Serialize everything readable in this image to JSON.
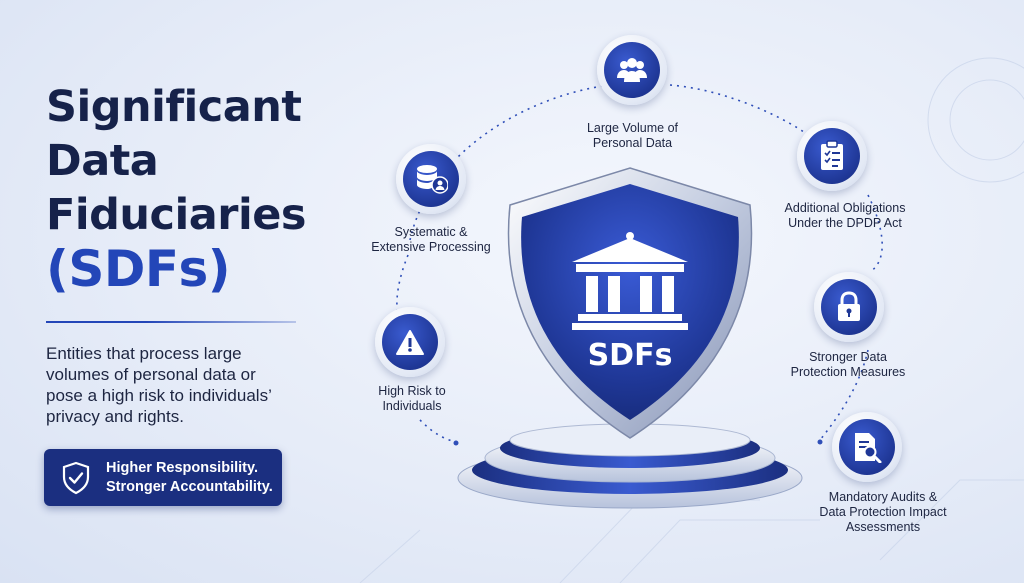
{
  "title": {
    "line1": "Significant",
    "line2": "Data",
    "line3": "Fiduciaries",
    "line4": "(SDFs)"
  },
  "description": {
    "line1": "Entities that process large",
    "line2": "volumes of personal data or",
    "line3": "pose a high risk to individuals’",
    "line4": "privacy and rights."
  },
  "badge": {
    "icon": "shield-check-icon",
    "line1": "Higher Responsibility.",
    "line2": "Stronger Accountability."
  },
  "shield": {
    "icon": "bank-icon",
    "label": "SDFs"
  },
  "nodes": {
    "large_volume": {
      "icon": "people-group-icon",
      "line1": "Large Volume of",
      "line2": "Personal Data"
    },
    "systematic": {
      "icon": "database-user-icon",
      "line1": "Systematic &",
      "line2": "Extensive Processing"
    },
    "high_risk": {
      "icon": "warning-icon",
      "line1": "High Risk to",
      "line2": "Individuals"
    },
    "obligations": {
      "icon": "clipboard-checklist-icon",
      "line1": "Additional Obligations",
      "line2": "Under the DPDP Act"
    },
    "protection": {
      "icon": "lock-icon",
      "line1": "Stronger Data",
      "line2": "Protection Measures"
    },
    "audits": {
      "icon": "document-search-icon",
      "line1": "Mandatory Audits &",
      "line2": "Data Protection Impact",
      "line3": "Assessments"
    }
  },
  "colors": {
    "navy": "#16224a",
    "accent_blue": "#2346b8",
    "badge_bg": "#1b2f80",
    "shield_blue": "#1f3796"
  }
}
